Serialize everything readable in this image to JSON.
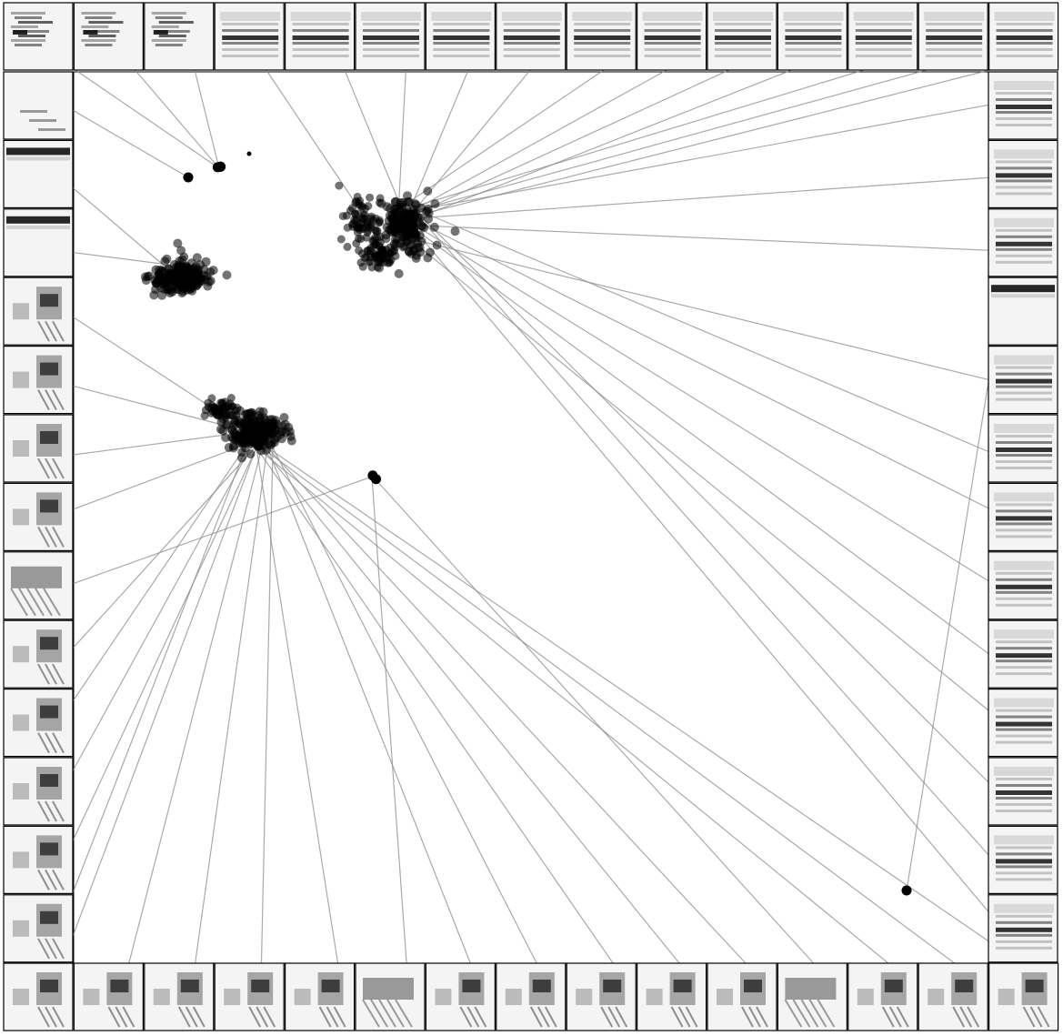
{
  "figure": {
    "kind": "embedding scatter with spectrogram thumbnails",
    "colors": {
      "background": "#ffffff",
      "point": "#000000",
      "connector": "#8c8c8c",
      "frame": "#000000",
      "thumb_ink": "#111111"
    },
    "thumbnails": {
      "top": [
        "rough",
        "rough",
        "rough",
        "harmonic",
        "harmonic",
        "harmonic",
        "harmonic",
        "harmonic",
        "harmonic",
        "harmonic",
        "harmonic",
        "harmonic",
        "harmonic",
        "harmonic",
        "harmonic"
      ],
      "left": [
        "sparse",
        "flat",
        "flat",
        "split",
        "split",
        "split",
        "split",
        "diagonal",
        "split",
        "split",
        "split",
        "split",
        "split"
      ],
      "right": [
        "harmonic",
        "harmonic",
        "harmonic",
        "flat",
        "harmonic",
        "harmonic",
        "harmonic",
        "harmonic",
        "harmonic",
        "harmonic",
        "harmonic",
        "harmonic",
        "harmonic"
      ],
      "bottom": [
        "split",
        "split",
        "split",
        "split",
        "split",
        "diagonal",
        "split",
        "split",
        "split",
        "split",
        "split",
        "diagonal",
        "split",
        "split",
        "split"
      ]
    },
    "clusters": [
      {
        "id": "cluster-upper-right-main",
        "members": 180
      },
      {
        "id": "cluster-upper-right-side",
        "members": 70
      },
      {
        "id": "cluster-upper-right-tail",
        "members": 60
      },
      {
        "id": "cluster-upper-left-blob",
        "members": 220
      },
      {
        "id": "cluster-lower-left-main",
        "members": 220
      },
      {
        "id": "cluster-lower-left-side",
        "members": 50
      },
      {
        "id": "cluster-small-pair",
        "members": 3
      },
      {
        "id": "cluster-outlier-a",
        "members": 1
      },
      {
        "id": "cluster-outlier-b",
        "members": 2
      },
      {
        "id": "cluster-outlier-c",
        "members": 1
      },
      {
        "id": "cluster-outlier-d",
        "members": 1
      }
    ]
  }
}
